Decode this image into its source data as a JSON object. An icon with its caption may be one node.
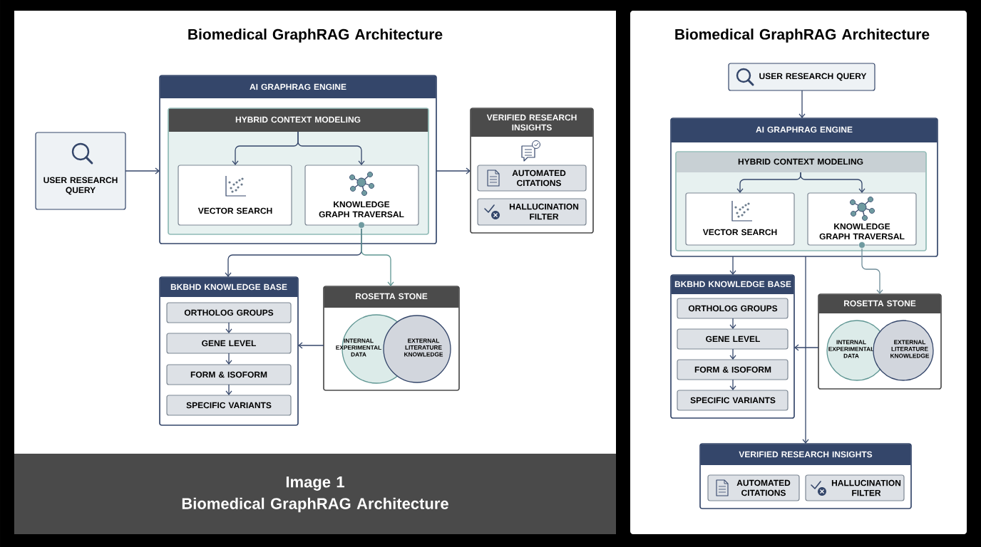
{
  "diagram": {
    "nodes": [
      {
        "text": [
          "USER RESEARCH QUERY"
        ]
      },
      {
        "text": [
          "AI GRAPHRAG ENGINE"
        ]
      },
      {
        "text": [
          "HYBRID CONTEXT MODELING"
        ],
        "in": 1
      },
      {
        "text": [
          "VECTOR SEARCH"
        ],
        "in": 2
      },
      {
        "text": [
          "KNOWLEDGE GRAPH TRAVERSAL"
        ],
        "in": 2
      },
      {
        "text": [
          "VERIFIED RESEARCH INSIGHTS"
        ]
      },
      {
        "text": [
          "AUTOMATED CITATIONS"
        ],
        "in": 5
      },
      {
        "text": [
          "HALLUCINATION FILTER"
        ],
        "in": 5
      },
      {
        "text": [
          "BKBHD KNOWLEDGE BASE"
        ]
      },
      {
        "text": [
          "ORTHOLOG GROUPS"
        ],
        "in": 8
      },
      {
        "text": [
          "GENE LEVEL"
        ],
        "in": 8
      },
      {
        "text": [
          "FORM & ISOFORM"
        ],
        "in": 8
      },
      {
        "text": [
          "SPECIFIC VARIANTS"
        ],
        "in": 8
      },
      {
        "text": [
          "ROSETTA STONE"
        ]
      },
      {
        "text": [
          "INTERNAL EXPERIMENTAL DATA"
        ],
        "in": 13
      },
      {
        "text": [
          "EXTERNAL LITERATURE KNOWLEDGE"
        ],
        "in": 13
      },
      {
        "text": [
          "USER RESEARCH QUERY"
        ]
      },
      {
        "text": [
          "AI GRAPHRAG ENGINE"
        ]
      },
      {
        "text": [
          "HYBRID CONTEXT MODELING"
        ],
        "in": 17
      },
      {
        "text": [
          "VECTOR SEARCH"
        ],
        "in": 18
      },
      {
        "text": [
          "KNOWLEDGE GRAPH TRAVERSAL"
        ],
        "in": 18
      },
      {
        "text": [
          "BKBHD KNOWLEDGE BASE"
        ]
      },
      {
        "text": [
          "ORTHOLOG GROUPS"
        ],
        "in": 21
      },
      {
        "text": [
          "GENE LEVEL"
        ],
        "in": 21
      },
      {
        "text": [
          "FORM & ISOFORM"
        ],
        "in": 21
      },
      {
        "text": [
          "SPECIFIC VARIANTS"
        ],
        "in": 21
      },
      {
        "text": [
          "ROSETTA STONE"
        ]
      },
      {
        "text": [
          "INTERNAL EXPERIMENTAL DATA"
        ],
        "in": 26
      },
      {
        "text": [
          "EXTERNAL LITERATURE KNOWLEDGE"
        ],
        "in": 26
      },
      {
        "text": [
          "VERIFIED RESEARCH INSIGHTS"
        ]
      },
      {
        "text": [
          "AUTOMATED CITATIONS"
        ],
        "in": 29
      },
      {
        "text": [
          "HALLUCINATION FILTER"
        ],
        "in": 29
      }
    ],
    "edges": [
      {
        "from": 0,
        "to": 1,
        "arrow": "to"
      },
      {
        "from": 2,
        "to": 3,
        "arrow": "to"
      },
      {
        "from": 2,
        "to": 4,
        "arrow": "to"
      },
      {
        "from": 1,
        "to": 5,
        "arrow": "to"
      },
      {
        "from": 4,
        "to": 8,
        "arrow": "to"
      },
      {
        "from": 4,
        "to": 13,
        "arrow": "to",
        "color": "#5f9693"
      },
      {
        "from": 13,
        "to": 8,
        "arrow": "to"
      },
      {
        "from": 9,
        "to": 10,
        "arrow": "to"
      },
      {
        "from": 10,
        "to": 11,
        "arrow": "to"
      },
      {
        "from": 11,
        "to": 12,
        "arrow": "to"
      },
      {
        "from": 16,
        "to": 17,
        "arrow": "to"
      },
      {
        "from": 18,
        "to": 19,
        "arrow": "to"
      },
      {
        "from": 18,
        "to": 20,
        "arrow": "to"
      },
      {
        "from": 17,
        "to": 21,
        "arrow": "to"
      },
      {
        "from": 17,
        "to": 29,
        "arrow": "to"
      },
      {
        "from": 20,
        "to": 26,
        "arrow": "to",
        "color": "#6f8d99"
      },
      {
        "from": 26,
        "to": 21,
        "arrow": "to"
      },
      {
        "from": 22,
        "to": 23,
        "arrow": "to"
      },
      {
        "from": 23,
        "to": 24,
        "arrow": "to"
      },
      {
        "from": 24,
        "to": 25,
        "arrow": "to"
      }
    ],
    "labels": [
      "Biomedical GraphRAG Architecture",
      "Biomedical GraphRAG Architecture",
      "Image 1",
      "Biomedical GraphRAG Architecture"
    ]
  }
}
